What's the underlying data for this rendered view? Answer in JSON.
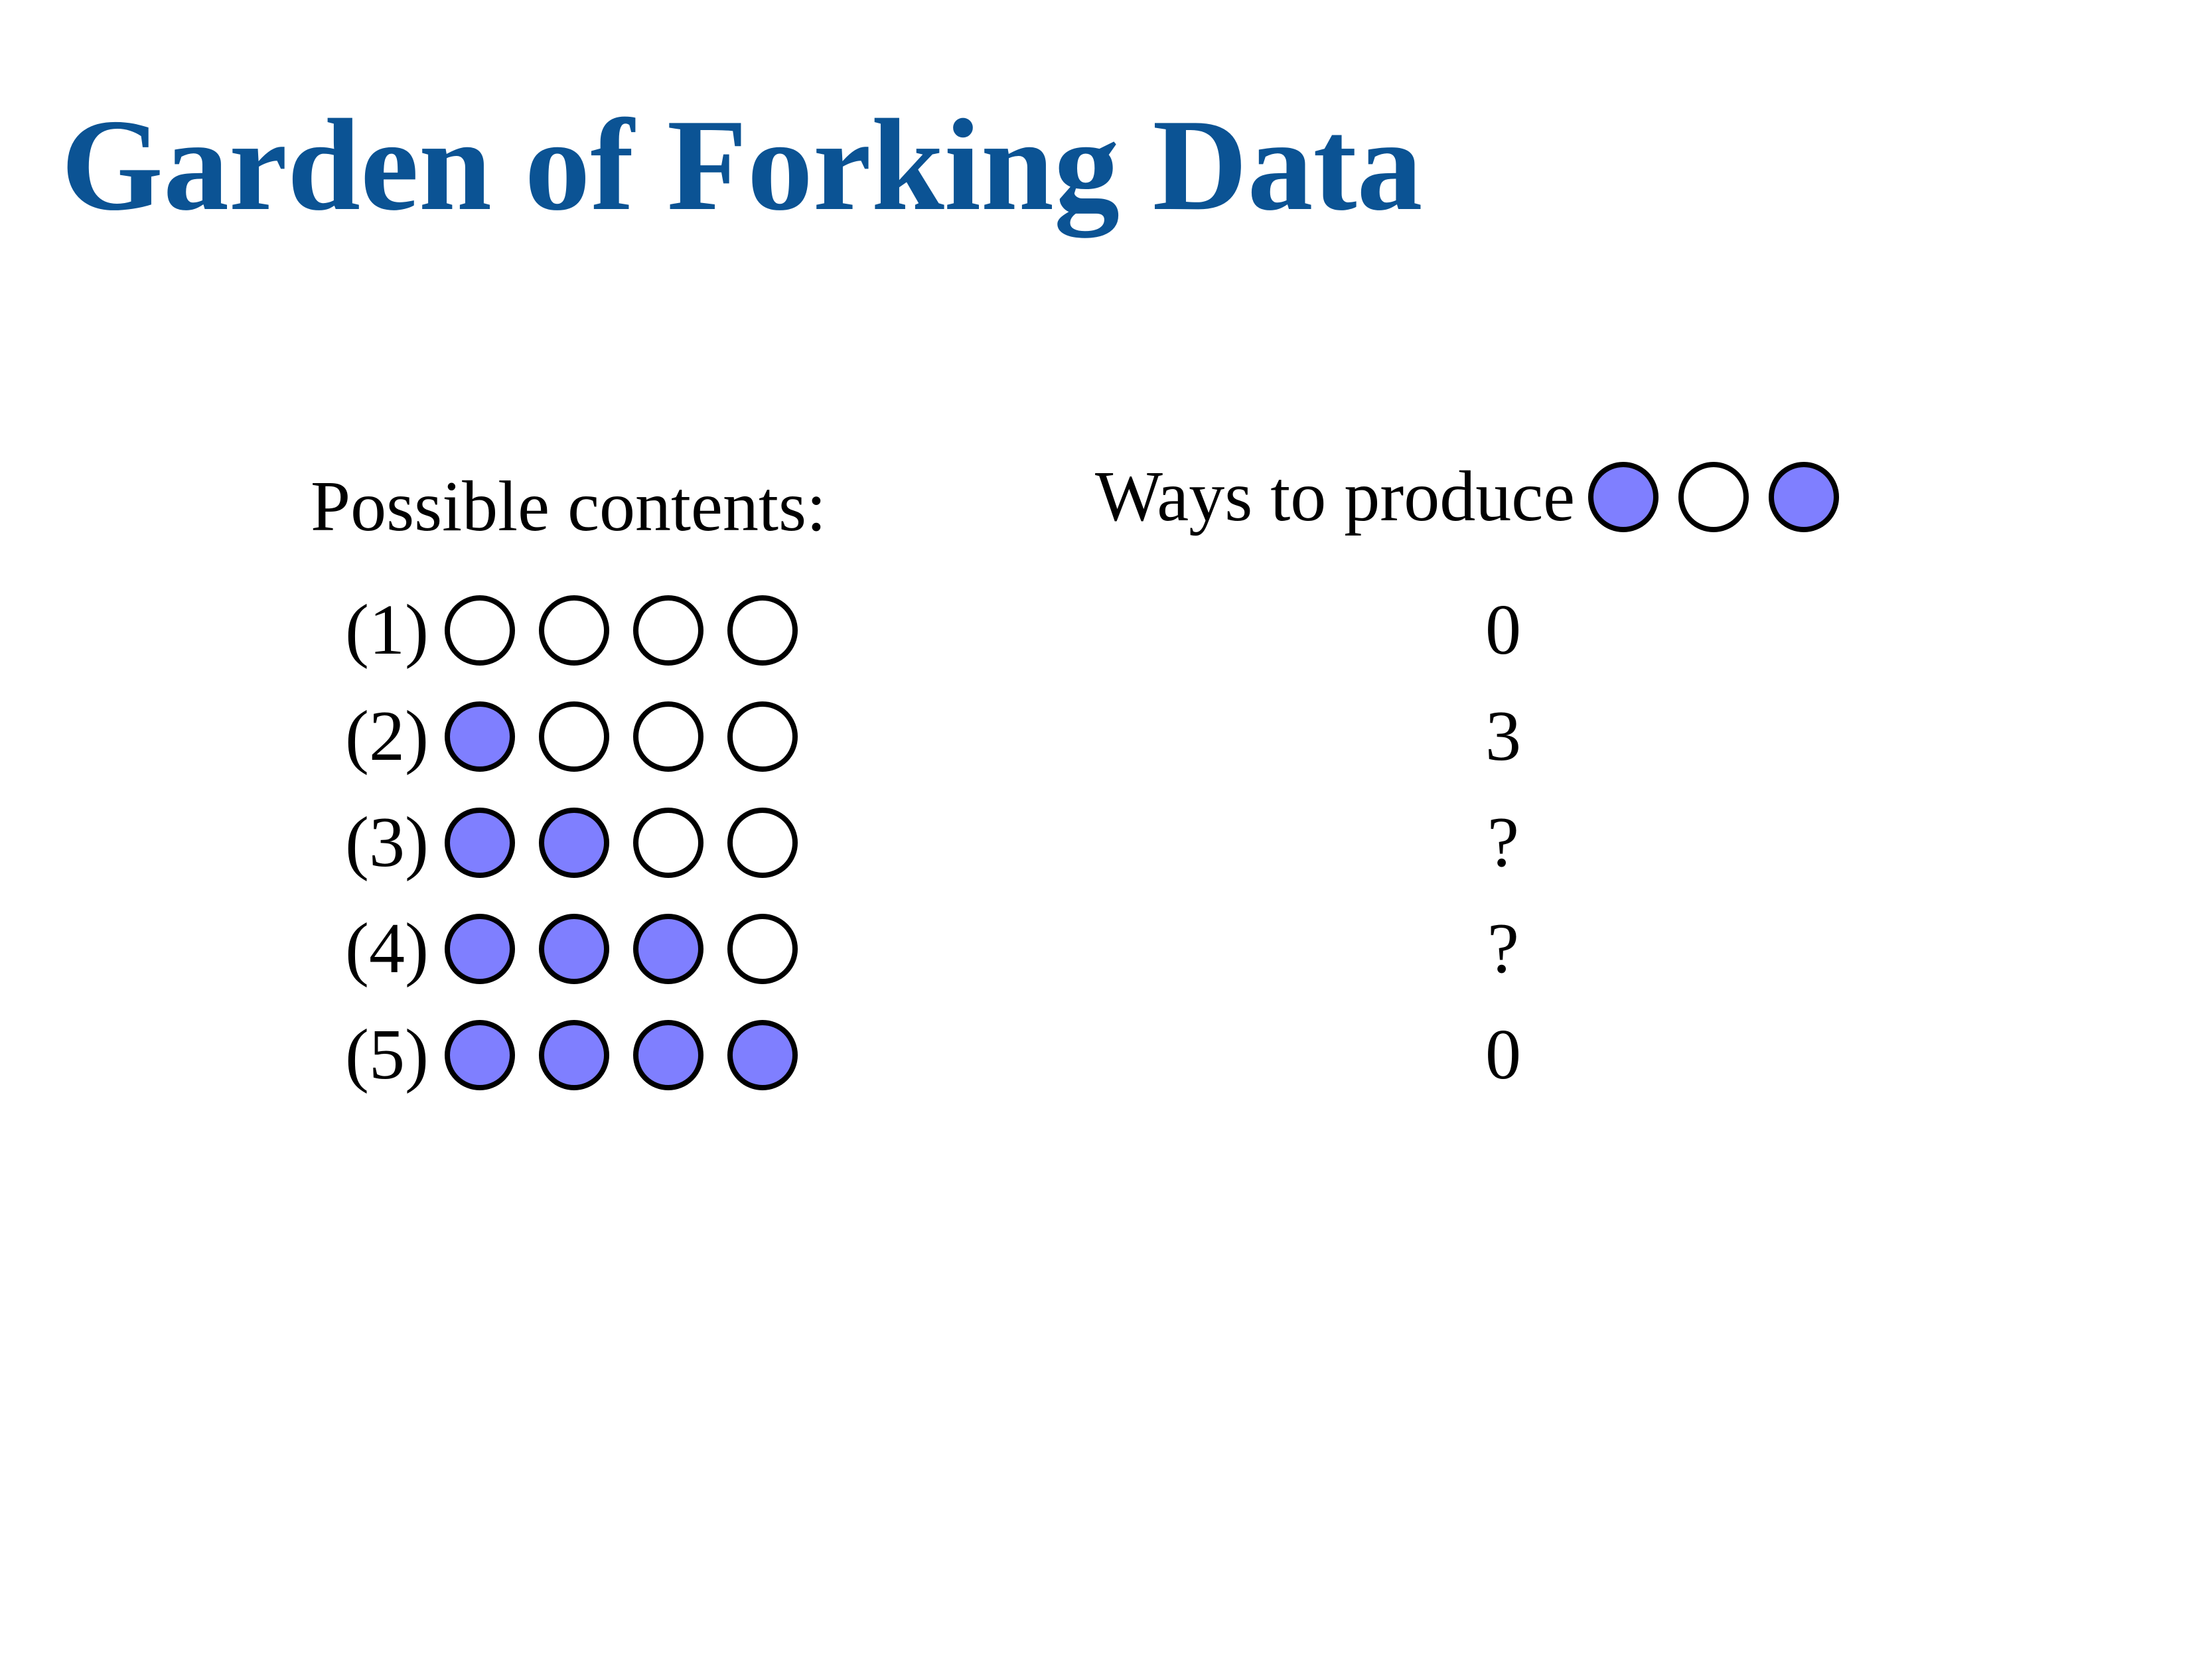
{
  "title": "Garden of Forking Data",
  "contents_heading": "Possible contents:",
  "ways_heading": {
    "label": "Ways to produce",
    "observed_marbles": [
      "blue",
      "white",
      "blue"
    ]
  },
  "colors": {
    "title": "#0b5394",
    "blue_marble": "#7f7fff",
    "white_marble": "#ffffff",
    "outline": "#000000"
  },
  "rows": [
    {
      "label": "(1)",
      "marbles": [
        "white",
        "white",
        "white",
        "white"
      ],
      "ways": "0"
    },
    {
      "label": "(2)",
      "marbles": [
        "blue",
        "white",
        "white",
        "white"
      ],
      "ways": "3"
    },
    {
      "label": "(3)",
      "marbles": [
        "blue",
        "blue",
        "white",
        "white"
      ],
      "ways": "?"
    },
    {
      "label": "(4)",
      "marbles": [
        "blue",
        "blue",
        "blue",
        "white"
      ],
      "ways": "?"
    },
    {
      "label": "(5)",
      "marbles": [
        "blue",
        "blue",
        "blue",
        "blue"
      ],
      "ways": "0"
    }
  ]
}
